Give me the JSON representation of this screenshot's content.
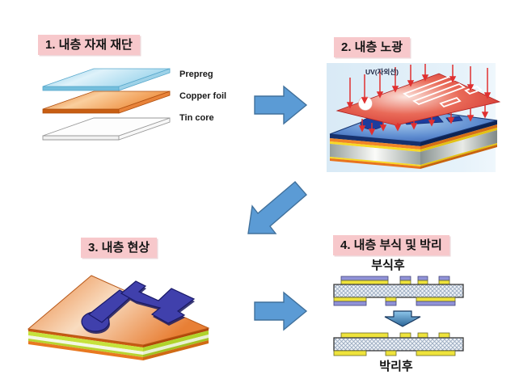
{
  "steps": [
    {
      "title": "1. 내층 자재 재단",
      "materials": [
        "Prepreg",
        "Copper foil",
        "Tin core"
      ]
    },
    {
      "title": "2. 내층 노광",
      "uv_label": "UV(자외선)"
    },
    {
      "title": "3. 내층 현상"
    },
    {
      "title": "4. 내층 부식 및 박리",
      "stage_labels": [
        "부식후",
        "박리후"
      ]
    }
  ],
  "icons": {
    "flow_arrow_1": "block-arrow-right",
    "flow_arrow_2": "block-arrow-down-left",
    "flow_arrow_3": "block-arrow-right",
    "stage_transition_arrow": "block-arrow-down"
  },
  "colors": {
    "label_bg": "#F7C8CB",
    "flow_arrow_fill": "#5B9BD5",
    "flow_arrow_stroke": "#41719C",
    "prepreg_cyan": "#A9DCF0",
    "copper_orange": "#E8843C",
    "resist_purple": "#9193D8",
    "copper_yellow": "#EEE33C",
    "film_red": "#D63030",
    "board_blue": "#3E6CB4",
    "lime_green": "#C6E23C"
  }
}
